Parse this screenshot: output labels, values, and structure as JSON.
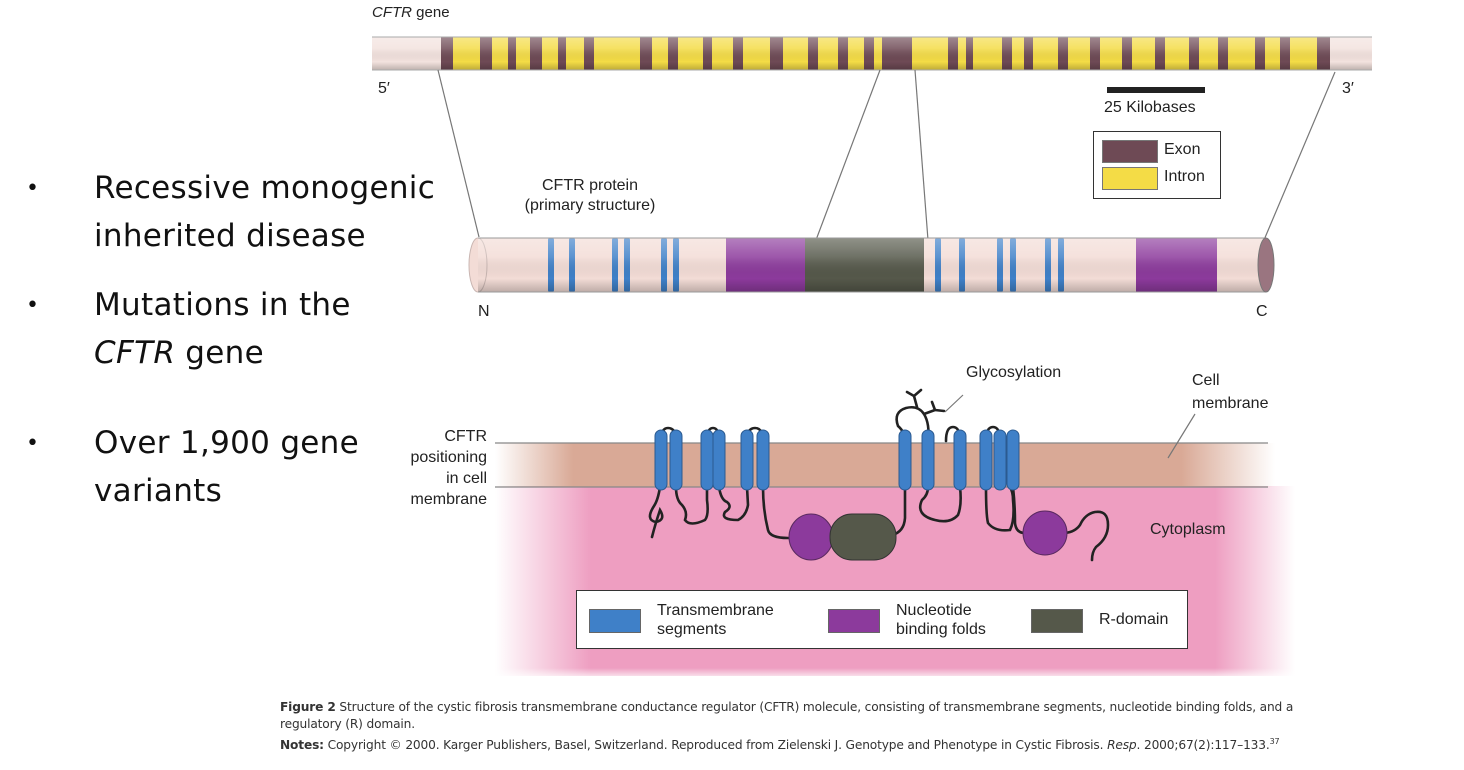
{
  "bullets": [
    {
      "lines": [
        "Recessive monogenic",
        "inherited disease"
      ]
    },
    {
      "lines_rich": [
        {
          "parts": [
            {
              "text": "Mutations in the",
              "italic": false
            }
          ]
        },
        {
          "parts": [
            {
              "text": "CFTR",
              "italic": true
            },
            {
              "text": " gene",
              "italic": false
            }
          ]
        }
      ]
    },
    {
      "lines": [
        "Over 1,900 gene",
        "variants"
      ]
    }
  ],
  "gene": {
    "title_italic": "CFTR",
    "title_rest": " gene",
    "five_prime": "5′",
    "three_prime": "3′",
    "scale_label": "25 Kilobases",
    "legend": [
      {
        "label": "Exon",
        "color": "#6e4a55"
      },
      {
        "label": "Intron",
        "color": "#f4dc46"
      }
    ]
  },
  "protein": {
    "title_line1": "CFTR protein",
    "title_line2": "(primary structure)",
    "n_label": "N",
    "c_label": "C"
  },
  "membrane": {
    "side_label": [
      "CFTR",
      "positioning",
      "in cell",
      "membrane"
    ],
    "glycosylation_label": "Glycosylation",
    "cell_membrane_label": [
      "Cell",
      "membrane"
    ],
    "cytoplasm_label": "Cytoplasm"
  },
  "legend_bottom": [
    {
      "label_lines": [
        "Transmembrane",
        "segments"
      ],
      "color": "#3f80c8"
    },
    {
      "label_lines": [
        "Nucleotide",
        "binding folds"
      ],
      "color": "#8c3a9c"
    },
    {
      "label_lines": [
        "R-domain"
      ],
      "color": "#55584a"
    }
  ],
  "colors": {
    "exon": "#6e4a55",
    "intron": "#f4dc46",
    "tube_base": "#f3dcd6",
    "transmembrane": "#3f80c8",
    "nbf": "#8c3a9c",
    "r_domain": "#55584a",
    "membrane_band": "#d9a996",
    "cytoplasm": "#ee9ec1"
  },
  "caption": {
    "figure_label": "Figure 2",
    "figure_text": " Structure of the cystic fibrosis transmembrane conductance regulator (CFTR) molecule, consisting of transmembrane segments, nucleotide binding folds, and a",
    "figure_text_line2": "regulatory (R) domain.",
    "notes_label": "Notes:",
    "notes_text": " Copyright © 2000. Karger Publishers, Basel, Switzerland. Reproduced from Zielenski J. Genotype and Phenotype in Cystic Fibrosis. ",
    "notes_journal": "Resp",
    "notes_tail": ". 2000;67(2):117–133.",
    "notes_ref": "37"
  }
}
